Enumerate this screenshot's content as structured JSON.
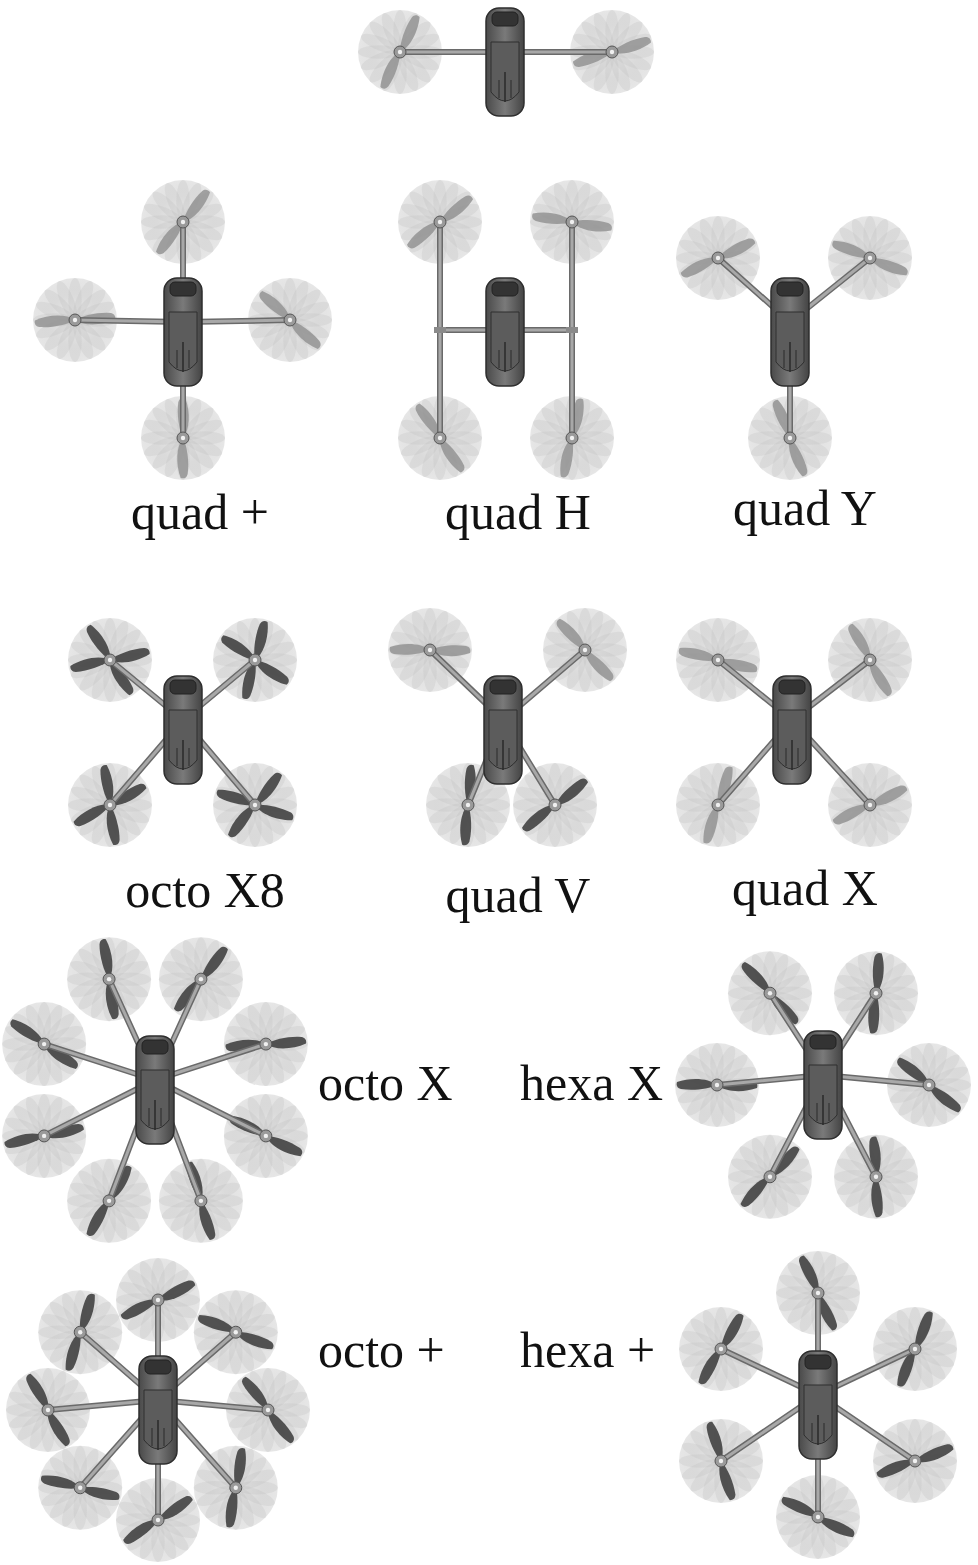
{
  "diagram": {
    "labels": [
      "quad +",
      "quad H",
      "quad Y",
      "octo X8",
      "quad V",
      "quad X",
      "octo X",
      "hexa X",
      "octo +",
      "hexa +"
    ]
  }
}
